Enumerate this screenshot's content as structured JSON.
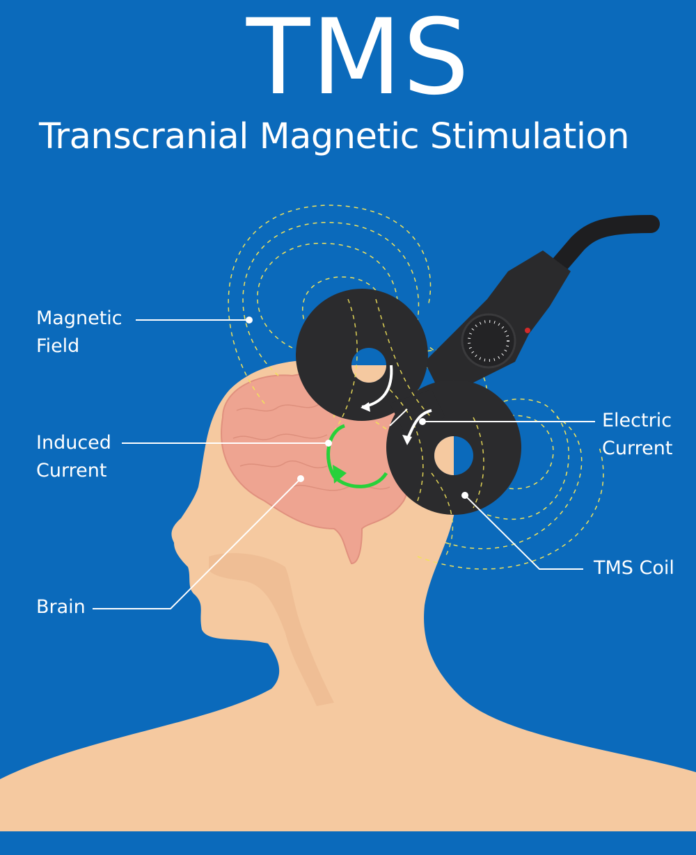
{
  "header": {
    "title": "TMS",
    "subtitle": "Transcranial Magnetic Stimulation"
  },
  "labels": {
    "magnetic_field": [
      "Magnetic",
      "Field"
    ],
    "induced_current": [
      "Induced",
      "Current"
    ],
    "brain": "Brain",
    "electric_current": [
      "Electric",
      "Current"
    ],
    "tms_coil": "TMS Coil"
  },
  "colors": {
    "background": "#0b6abb",
    "skin": "#f5c9a0",
    "brain": "#eea491",
    "coil": "#2b2b2d",
    "field_lines": "#f2e35a",
    "induced_current": "#27d13a"
  }
}
